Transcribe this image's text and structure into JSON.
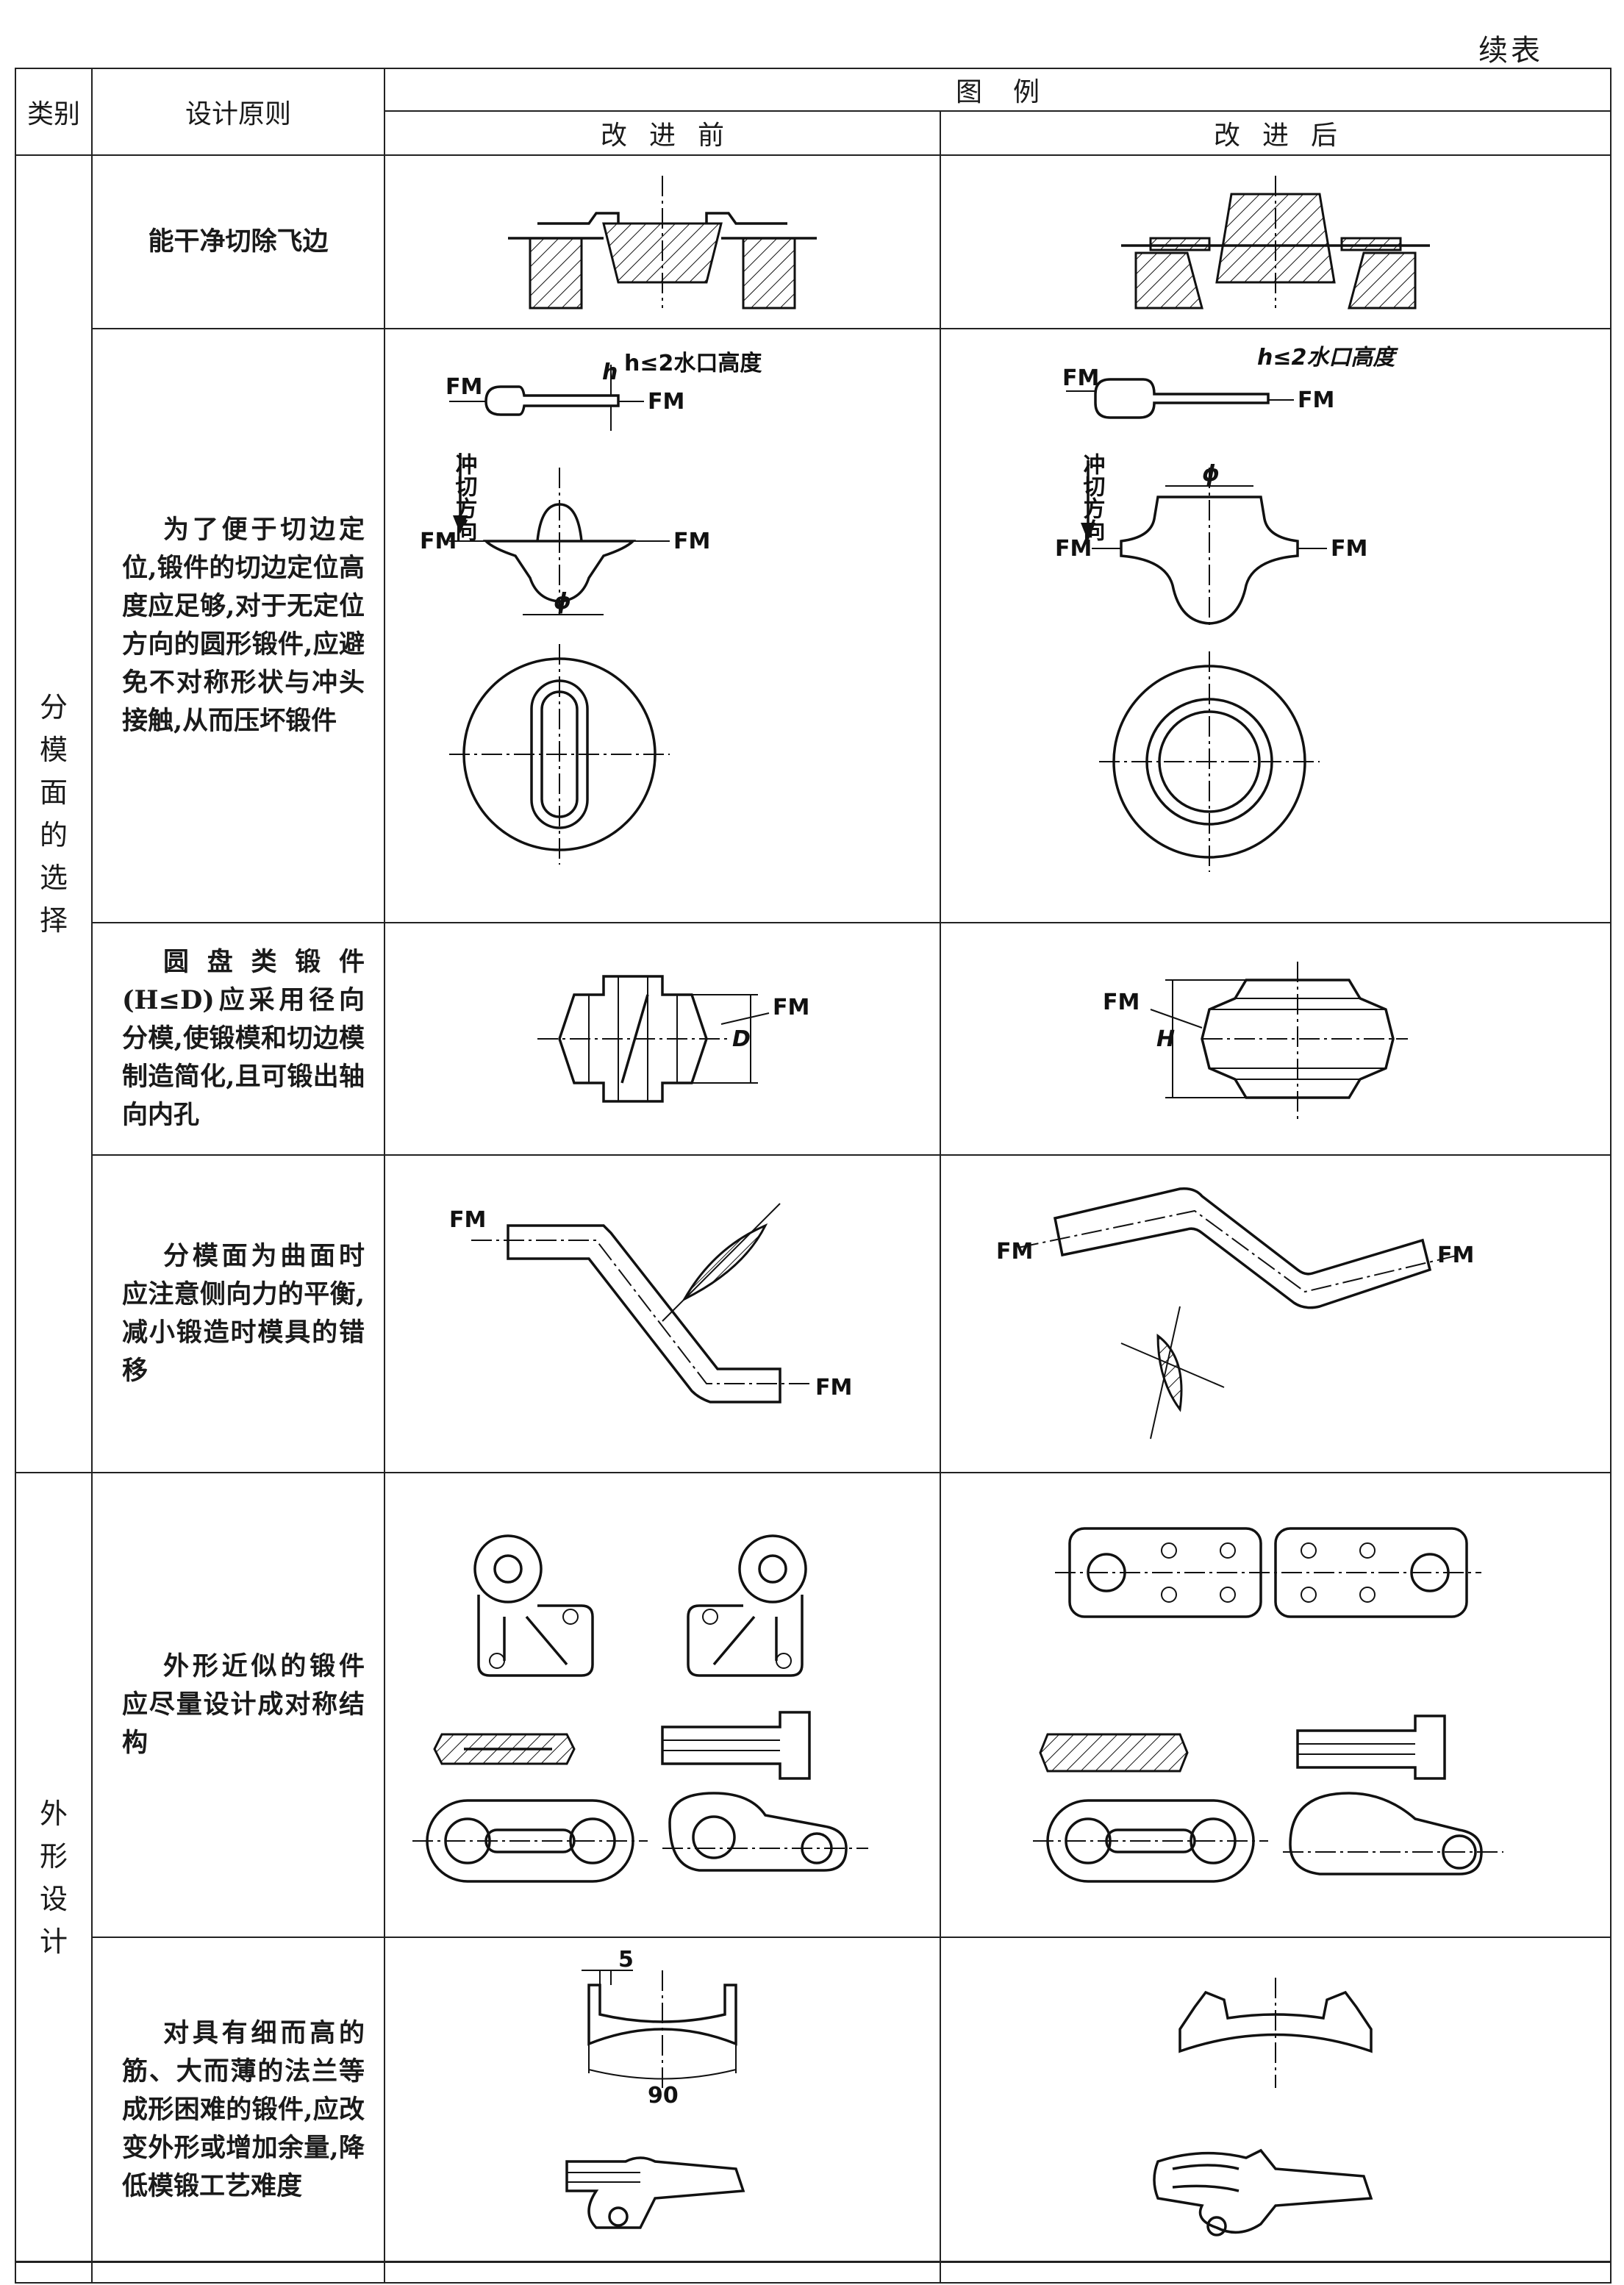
{
  "continuation": "续表",
  "header": {
    "category": "类别",
    "principle": "设计原则",
    "figure": "图例",
    "before": "改进前",
    "after": "改进后"
  },
  "groups": [
    {
      "category": [
        "分",
        "模",
        "面",
        "的",
        "选",
        "择"
      ],
      "rows": [
        {
          "principle": "能干净切除飞边"
        },
        {
          "principle": "为了便于切边定位,锻件的切边定位高度应足够,对于无定位方向的圆形锻件,应避免不对称形状与冲头接触,从而压坏锻件"
        },
        {
          "principle": "圆盘类锻件(H≤D)应采用径向分模,使锻模和切边模制造简化,且可锻出轴向内孔"
        },
        {
          "principle": "分模面为曲面时应注意侧向力的平衡,减小锻造时模具的错移"
        }
      ]
    },
    {
      "category": [
        "外",
        "形",
        "设",
        "计"
      ],
      "rows": [
        {
          "principle": "外形近似的锻件应尽量设计成对称结构"
        },
        {
          "principle": "对具有细而高的筋、大而薄的法兰等成形困难的锻件,应改变外形或增加余量,降低模锻工艺难度"
        }
      ]
    }
  ],
  "labels": {
    "fm": "FM",
    "h_note": "h≤2水口高度",
    "h": "h",
    "punch": "冲切方向",
    "phi": "ϕ",
    "D": "D",
    "H": "H",
    "dim5": "5",
    "dim90": "90"
  }
}
